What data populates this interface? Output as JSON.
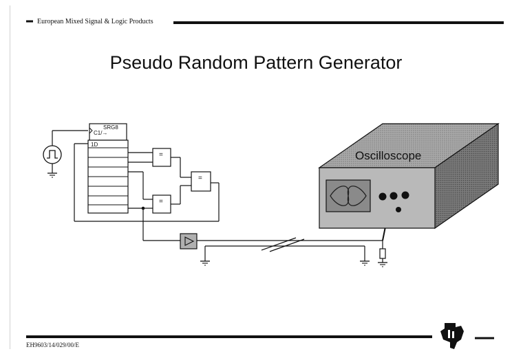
{
  "header": {
    "label": "European Mixed Signal & Logic Products"
  },
  "slide": {
    "title": "Pseudo Random Pattern Generator"
  },
  "diagram": {
    "register_label": "SRG8",
    "clock_label": "C1/→",
    "data_label": "1D",
    "xor_symbol": "=",
    "oscilloscope_label": "Oscilloscope",
    "colors": {
      "scope_top": "#9a9a9a",
      "scope_side": "#6f6f6f",
      "scope_front": "#b9b9b9",
      "screen": "#8a8a8a",
      "buffer": "#b0b0b0"
    }
  },
  "footer": {
    "code": "EH9603/14/029/00/E"
  }
}
